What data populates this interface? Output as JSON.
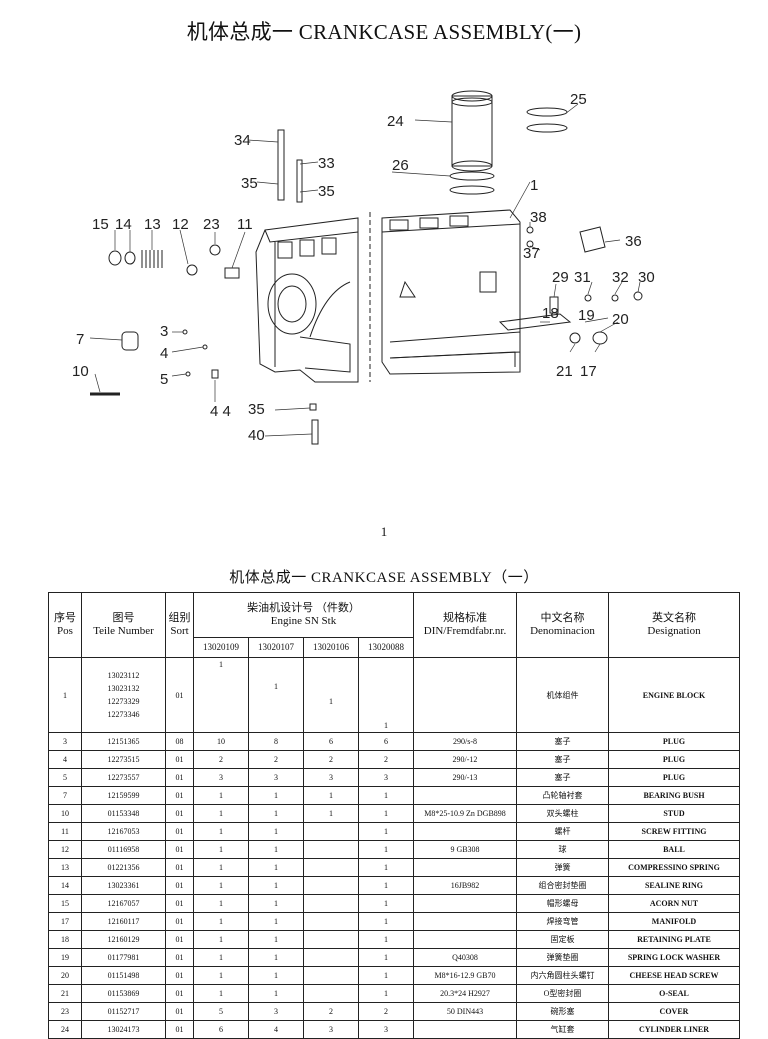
{
  "title": "机体总成一  CRANKCASE ASSEMBLY(一)",
  "page_number": "1",
  "table_title": "机体总成一   CRANKCASE  ASSEMBLY（一）",
  "diagram_labels": {
    "l34": "34",
    "l33": "33",
    "l35a": "35",
    "l35b": "35",
    "l15": "15",
    "l14": "14",
    "l13": "13",
    "l12": "12",
    "l23": "23",
    "l11": "11",
    "l24": "24",
    "l25": "25",
    "l26": "26",
    "l1": "1",
    "l38": "38",
    "l37": "37",
    "l36": "36",
    "l29": "29",
    "l31": "31",
    "l32": "32",
    "l30": "30",
    "l18": "18",
    "l19": "19",
    "l20": "20",
    "l21": "21",
    "l17": "17",
    "l7": "7",
    "l3": "3",
    "l4": "4",
    "l5": "5",
    "l10": "10",
    "l44": "4 4",
    "l35c": "35",
    "l40": "40"
  },
  "headers": {
    "pos_zh": "序号",
    "pos_en": "Pos",
    "part_zh": "图号",
    "part_en": "Teile Number",
    "sort_zh": "组别",
    "sort_en": "Sort",
    "design_zh": "柴油机设计号 （件数）",
    "design_en": "Engine  SN      Stk",
    "sn1": "13020109",
    "sn2": "13020107",
    "sn3": "13020106",
    "sn4": "13020088",
    "std_zh": "规格标准",
    "std_en": "DIN/Fremdfabr.nr.",
    "cn_zh": "中文名称",
    "cn_en": "Denominacion",
    "en_zh": "英文名称",
    "en_en": "Designation"
  },
  "first_row": {
    "pos": "1",
    "parts": [
      "13023112",
      "13023132",
      "12273329",
      "12273346"
    ],
    "sort": "01",
    "q1": "1",
    "q2": "1",
    "q3": "1",
    "q4": "1",
    "std": "",
    "zh": "机体组件",
    "en": "ENGINE BLOCK"
  },
  "rows": [
    {
      "pos": "3",
      "part": "12151365",
      "sort": "08",
      "q1": "10",
      "q2": "8",
      "q3": "6",
      "q4": "6",
      "std": "290/s-8",
      "zh": "塞子",
      "en": "PLUG"
    },
    {
      "pos": "4",
      "part": "12273515",
      "sort": "01",
      "q1": "2",
      "q2": "2",
      "q3": "2",
      "q4": "2",
      "std": "290/-12",
      "zh": "塞子",
      "en": "PLUG"
    },
    {
      "pos": "5",
      "part": "12273557",
      "sort": "01",
      "q1": "3",
      "q2": "3",
      "q3": "3",
      "q4": "3",
      "std": "290/-13",
      "zh": "塞子",
      "en": "PLUG"
    },
    {
      "pos": "7",
      "part": "12159599",
      "sort": "01",
      "q1": "1",
      "q2": "1",
      "q3": "1",
      "q4": "1",
      "std": "",
      "zh": "凸轮轴衬套",
      "en": "BEARING BUSH"
    },
    {
      "pos": "10",
      "part": "01153348",
      "sort": "01",
      "q1": "1",
      "q2": "1",
      "q3": "1",
      "q4": "1",
      "std": "M8*25-10.9 Zn DGB898",
      "zh": "双头螺柱",
      "en": "STUD"
    },
    {
      "pos": "11",
      "part": "12167053",
      "sort": "01",
      "q1": "1",
      "q2": "1",
      "q3": "",
      "q4": "1",
      "std": "",
      "zh": "螺杆",
      "en": "SCREW FITTING"
    },
    {
      "pos": "12",
      "part": "01116958",
      "sort": "01",
      "q1": "1",
      "q2": "1",
      "q3": "",
      "q4": "1",
      "std": "9 GB308",
      "zh": "球",
      "en": "BALL"
    },
    {
      "pos": "13",
      "part": "01221356",
      "sort": "01",
      "q1": "1",
      "q2": "1",
      "q3": "",
      "q4": "1",
      "std": "",
      "zh": "弹簧",
      "en": "COMPRESSINO SPRING"
    },
    {
      "pos": "14",
      "part": "13023361",
      "sort": "01",
      "q1": "1",
      "q2": "1",
      "q3": "",
      "q4": "1",
      "std": "16JB982",
      "zh": "组合密封垫圈",
      "en": "SEALINE RING"
    },
    {
      "pos": "15",
      "part": "12167057",
      "sort": "01",
      "q1": "1",
      "q2": "1",
      "q3": "",
      "q4": "1",
      "std": "",
      "zh": "帽形螺母",
      "en": "ACORN NUT"
    },
    {
      "pos": "17",
      "part": "12160117",
      "sort": "01",
      "q1": "1",
      "q2": "1",
      "q3": "",
      "q4": "1",
      "std": "",
      "zh": "焊接弯管",
      "en": "MANIFOLD"
    },
    {
      "pos": "18",
      "part": "12160129",
      "sort": "01",
      "q1": "1",
      "q2": "1",
      "q3": "",
      "q4": "1",
      "std": "",
      "zh": "固定板",
      "en": "RETAINING PLATE"
    },
    {
      "pos": "19",
      "part": "01177981",
      "sort": "01",
      "q1": "1",
      "q2": "1",
      "q3": "",
      "q4": "1",
      "std": "Q40308",
      "zh": "弹簧垫圈",
      "en": "SPRING LOCK WASHER"
    },
    {
      "pos": "20",
      "part": "01151498",
      "sort": "01",
      "q1": "1",
      "q2": "1",
      "q3": "",
      "q4": "1",
      "std": "M8*16-12.9 GB70",
      "zh": "内六角圆柱头螺钉",
      "en": "CHEESE HEAD SCREW"
    },
    {
      "pos": "21",
      "part": "01153869",
      "sort": "01",
      "q1": "1",
      "q2": "1",
      "q3": "",
      "q4": "1",
      "std": "20.3*24 H2927",
      "zh": "O型密封圈",
      "en": "O-SEAL"
    },
    {
      "pos": "23",
      "part": "01152717",
      "sort": "01",
      "q1": "5",
      "q2": "3",
      "q3": "2",
      "q4": "2",
      "std": "50 DIN443",
      "zh": "碗形塞",
      "en": "COVER"
    },
    {
      "pos": "24",
      "part": "13024173",
      "sort": "01",
      "q1": "6",
      "q2": "4",
      "q3": "3",
      "q4": "3",
      "std": "",
      "zh": "气缸套",
      "en": "CYLINDER LINER"
    }
  ]
}
